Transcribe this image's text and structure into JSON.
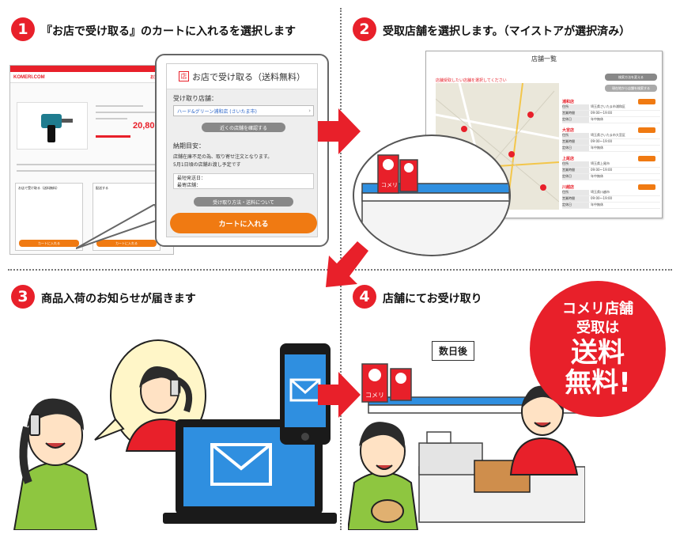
{
  "steps": [
    {
      "number": "1",
      "title": "『お店で受け取る』のカートに入れるを選択します"
    },
    {
      "number": "2",
      "title": "受取店舗を選択します。（マイストアが選択済み）"
    },
    {
      "number": "3",
      "title": "商品入荷のお知らせが届きます"
    },
    {
      "number": "4",
      "title": "店舗にてお受け取り"
    }
  ],
  "site": {
    "logo": "KOMERI.COM",
    "promo": "お買得商品",
    "price": "20,800",
    "card_a_title": "お店で受け取る（送料無料）",
    "card_b_title": "配送する",
    "card_cart": "カートに入れる"
  },
  "pickup_panel": {
    "shop_icon": "店",
    "title": "お店で受け取る（送料無料）",
    "store_label": "受け取り店舗：",
    "store_value": "ハード&グリーン浦和店 (さいたま市)",
    "nearby_button": "近くの店舗を確認する",
    "eta_label": "納期目安：",
    "eta_note_1": "店舗在庫不足の為、取り寄せ注文となります。",
    "eta_note_2": "5月1日頃の店舗お渡し予定です",
    "lead_label_1": "最短発送日：",
    "lead_label_2": "最寄店舗：",
    "method_button": "受け取り方法・送料について",
    "cart_button": "カートに入れる"
  },
  "store_list": {
    "title": "店舗一覧",
    "note": "店舗受取したい店舗を選択してください",
    "change_button": "検索方法を変える",
    "near_button": "現在地から店舗を検索する",
    "field_labels": [
      "住所",
      "営業時間",
      "定休日"
    ],
    "stores": [
      {
        "name": "浦和店",
        "address": "埼玉県さいたま市浦和区",
        "hours": "09:00〜19:00",
        "holiday": "年中無休"
      },
      {
        "name": "大宮店",
        "address": "埼玉県さいたま市大宮区",
        "hours": "09:00〜19:00",
        "holiday": "年中無休"
      },
      {
        "name": "上尾店",
        "address": "埼玉県上尾市",
        "hours": "09:00〜19:00",
        "holiday": "年中無休"
      },
      {
        "name": "川越店",
        "address": "埼玉県川越市",
        "hours": "09:00〜19:00",
        "holiday": "年中無休"
      }
    ]
  },
  "sign_text": "コメリ",
  "days_later": "数日後",
  "promo": {
    "line1": "コメリ店舗",
    "line2": "受取は",
    "line3": "送料",
    "line4": "無料!"
  },
  "colors": {
    "accent_red": "#e8202a",
    "orange": "#f07a12",
    "phone": "#1a1a1a",
    "screen_blue": "#2f8fe0"
  }
}
